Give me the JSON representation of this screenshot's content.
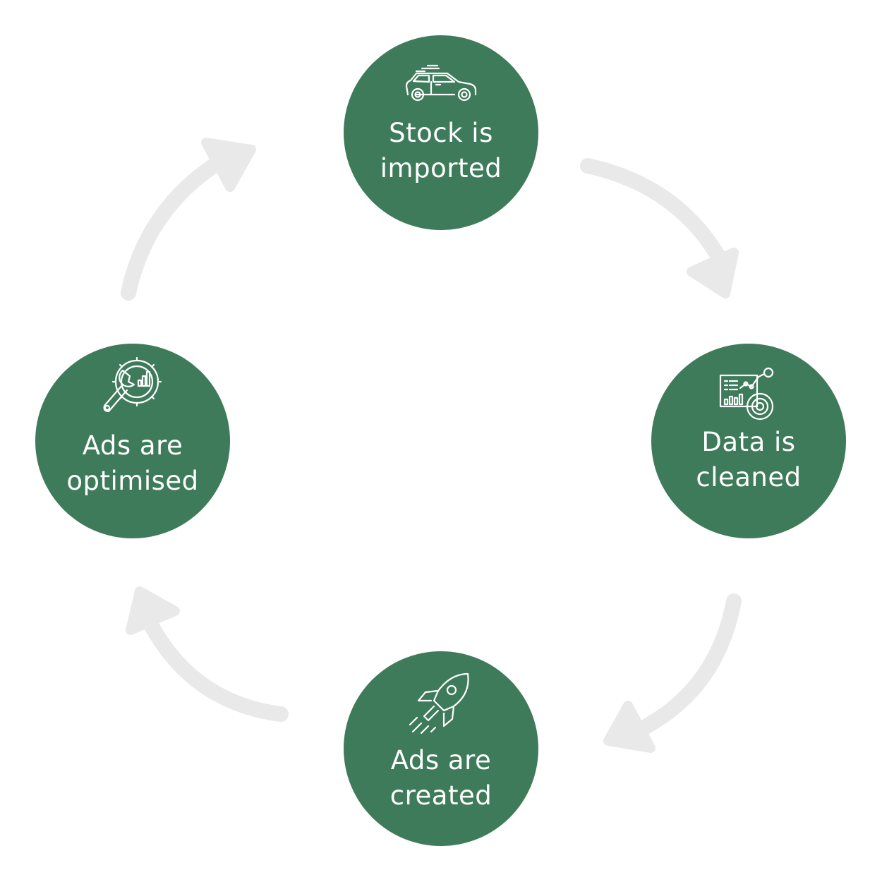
{
  "colors": {
    "circle": "#3e7b5a",
    "text": "#ffffff",
    "arrow": "#e9e9e9",
    "background": "#ffffff"
  },
  "steps": [
    {
      "icon": "car-icon",
      "line1": "Stock is",
      "line2": "imported"
    },
    {
      "icon": "data-chart-icon",
      "line1": "Data is",
      "line2": "cleaned"
    },
    {
      "icon": "rocket-icon",
      "line1": "Ads are",
      "line2": "created"
    },
    {
      "icon": "wrench-gear-icon",
      "line1": "Ads are",
      "line2": "optimised"
    }
  ]
}
